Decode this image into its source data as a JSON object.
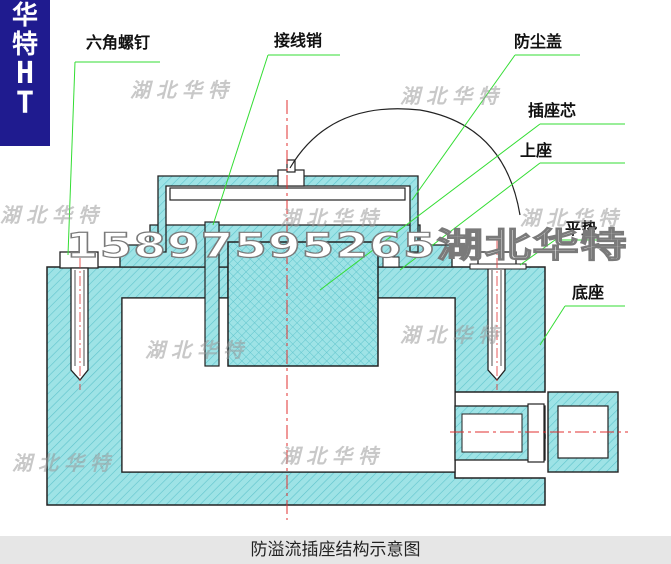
{
  "brand": {
    "line1": "华",
    "line2": "特",
    "line3": "H",
    "line4": "T"
  },
  "labels": {
    "hex_screw": "六角螺钉",
    "wiring_pin": "接线销",
    "dust_cover": "防尘盖",
    "socket_core": "插座芯",
    "upper_seat": "上座",
    "flat_washer": "平垫",
    "base_seat": "底座"
  },
  "watermarks": [
    "湖北华特",
    "湖北华特",
    "湖北华特",
    "湖北华特",
    "湖北华特",
    "湖北华特",
    "湖北华特",
    "湖北华特",
    "湖北华特"
  ],
  "overlay_phone": "15897595265湖北华特",
  "caption": "防溢流插座结构示意图",
  "colors": {
    "fill": "#9ee3e6",
    "hatch": "#5fc4cc",
    "outline": "#222222",
    "leader": "#33dd33",
    "brand_bg": "#1f1b8f",
    "centerline": "#e03030"
  }
}
